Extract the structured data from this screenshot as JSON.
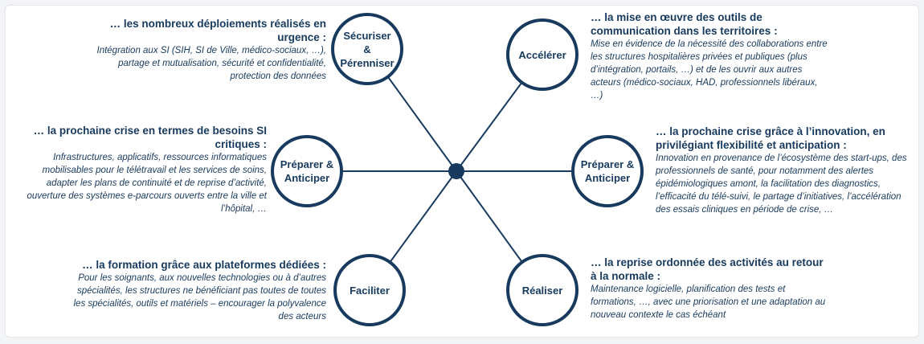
{
  "colors": {
    "primary": "#173a5e",
    "card_bg": "#ffffff",
    "page_bg": "#f3f4f6"
  },
  "nodes": {
    "securiser": "Sécuriser & Pérenniser",
    "accelerer": "Accélérer",
    "preparer_left": "Préparer & Anticiper",
    "preparer_right": "Préparer & Anticiper",
    "faciliter": "Faciliter",
    "realiser": "Réaliser"
  },
  "texts": {
    "top_left": {
      "title": "… les nombreux déploiements réalisés en urgence :",
      "body": "Intégration aux SI (SIH, SI de Ville, médico-sociaux, …), partage et mutualisation, sécurité et confidentialité, protection des données"
    },
    "top_right": {
      "title": "… la mise en œuvre des outils de communication dans les territoires :",
      "body": "Mise en évidence de la nécessité des collaborations entre les structures hospitalières privées et publiques (plus d’intégration, portails, …) et de les ouvrir aux autres acteurs (médico-sociaux, HAD, professionnels libéraux, …)"
    },
    "mid_left": {
      "title": "… la prochaine crise en termes de besoins SI critiques :",
      "body": "Infrastructures, applicatifs, ressources informatiques mobilisables pour le télétravail et les services de soins, adapter les plans de continuité et de reprise d’activité, ouverture des systèmes e-parcours ouverts entre la ville et l’hôpital, …"
    },
    "mid_right": {
      "title": "… la prochaine crise grâce à l’innovation, en privilégiant flexibilité et anticipation :",
      "body": "Innovation en provenance de l’écosystème des start-ups, des professionnels de santé, pour notamment des alertes épidémiologiques amont, la facilitation des diagnostics, l’efficacité du télé-suivi, le partage d’initiatives, l’accélération des essais cliniques en période de crise, …"
    },
    "bottom_left": {
      "title": "… la formation grâce aux plateformes dédiées :",
      "body": "Pour les soignants, aux nouvelles technologies ou à d’autres spécialités, les structures ne bénéficiant pas toutes de toutes les spécialités, outils et matériels – encourager la polyvalence des acteurs"
    },
    "bottom_right": {
      "title": "… la reprise ordonnée des activités au retour à la normale :",
      "body": "Maintenance logicielle, planification des tests et formations, …, avec une priorisation et une adaptation au nouveau contexte le cas échéant"
    }
  }
}
